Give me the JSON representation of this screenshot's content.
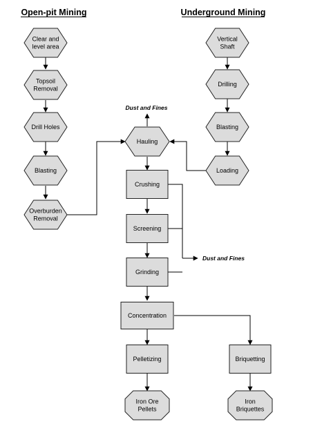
{
  "headings": {
    "open_pit": "Open-pit Mining",
    "underground": "Underground Mining"
  },
  "open_pit_steps": [
    [
      "Clear and",
      "level area"
    ],
    [
      "Topsoil",
      "Removal"
    ],
    [
      "Drill Holes"
    ],
    [
      "Blasting"
    ],
    [
      "Overburden",
      "Removal"
    ]
  ],
  "underground_steps": [
    [
      "Vertical",
      "Shaft"
    ],
    [
      "Drilling"
    ],
    [
      "Blasting"
    ],
    [
      "Loading"
    ]
  ],
  "hauling": [
    "Hauling"
  ],
  "processing_steps": [
    [
      "Crushing"
    ],
    [
      "Screening"
    ],
    [
      "Grinding"
    ],
    [
      "Concentration"
    ],
    [
      "Pelletizing"
    ],
    [
      "Briquetting"
    ]
  ],
  "products": [
    [
      "Iron Ore",
      "Pellets"
    ],
    [
      "Iron",
      "Briquettes"
    ]
  ],
  "emissions": {
    "top": "Dust and Fines",
    "side": "Dust and Fines"
  }
}
